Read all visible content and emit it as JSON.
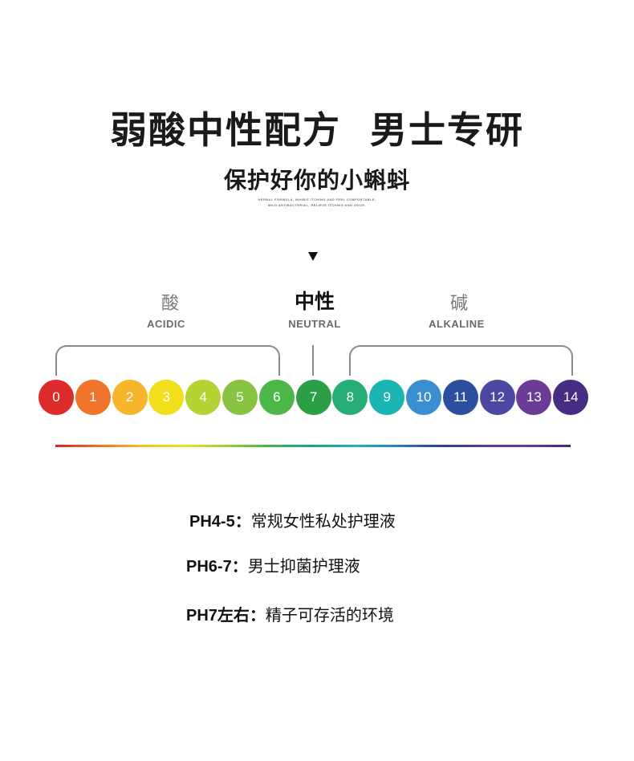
{
  "header": {
    "title": "弱酸中性配方  男士专研",
    "subtitle": "保护好你的小蝌蚪",
    "fine_print_1": "HERBAL FORMULA, INHIBIT ITCHING AND FEEL COMFORTABLE,",
    "fine_print_2": "MILD ANTIBACTERIAL, RELIEVE ITCHING AND ODOR."
  },
  "scale": {
    "acidic_cn": "酸",
    "acidic_en": "ACIDIC",
    "neutral_cn": "中性",
    "neutral_en": "NEUTRAL",
    "alkaline_cn": "碱",
    "alkaline_en": "ALKALINE",
    "levels": [
      {
        "label": "0",
        "color": "#dd2a2b"
      },
      {
        "label": "1",
        "color": "#f0742a"
      },
      {
        "label": "2",
        "color": "#f6b52a"
      },
      {
        "label": "3",
        "color": "#f1df1c"
      },
      {
        "label": "4",
        "color": "#b6d334"
      },
      {
        "label": "5",
        "color": "#88c441"
      },
      {
        "label": "6",
        "color": "#4cb648"
      },
      {
        "label": "7",
        "color": "#2c9e45"
      },
      {
        "label": "8",
        "color": "#27ae78"
      },
      {
        "label": "9",
        "color": "#1ab5b3"
      },
      {
        "label": "10",
        "color": "#3a8fd0"
      },
      {
        "label": "11",
        "color": "#2c4e9f"
      },
      {
        "label": "12",
        "color": "#4a48a0"
      },
      {
        "label": "13",
        "color": "#6a3c98"
      },
      {
        "label": "14",
        "color": "#452d84"
      }
    ]
  },
  "ph_notes": [
    {
      "label": "PH4-5：",
      "text": "常规女性私处护理液"
    },
    {
      "label": "PH6-7：",
      "text": "男士抑菌护理液"
    },
    {
      "label": "PH7左右：",
      "text": "精子可存活的环境"
    }
  ]
}
